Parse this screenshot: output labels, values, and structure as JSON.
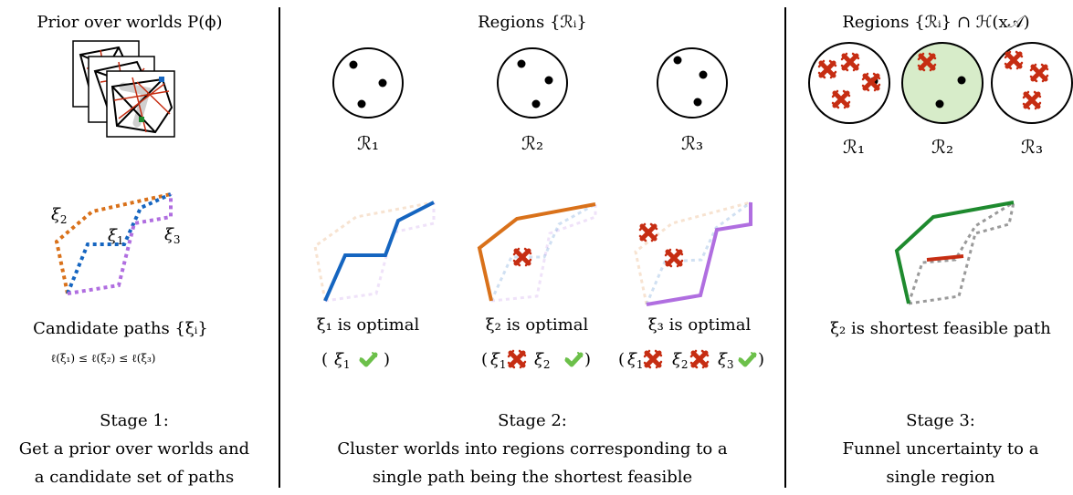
{
  "stage1": {
    "title": "Prior over worlds P(ϕ)",
    "paths": [
      {
        "symbol": "ξ",
        "sub": "2",
        "color": "#d9711a"
      },
      {
        "symbol": "ξ",
        "sub": "1",
        "color": "#1565c0"
      },
      {
        "symbol": "ξ",
        "sub": "3",
        "color": "#b06ee0"
      }
    ],
    "candidate_label": "Candidate paths {ξᵢ}",
    "ordering": "ℓ(ξ₁) ≤ ℓ(ξ₂) ≤ ℓ(ξ₃)",
    "caption": [
      "Stage 1:",
      "Get a prior over worlds and",
      "a candidate set of paths"
    ]
  },
  "stage2": {
    "title": "Regions {ℛᵢ}",
    "regions": [
      "ℛ₁",
      "ℛ₂",
      "ℛ₃"
    ],
    "optimal_labels": [
      "ξ₁ is optimal",
      "ξ₂ is optimal",
      "ξ₃ is optimal"
    ],
    "caption": [
      "Stage 2:",
      "Cluster worlds into regions corresponding to a",
      "single path being the shortest feasible"
    ]
  },
  "stage3": {
    "title": "Regions {ℛᵢ} ∩ ℋ(x𝒜)",
    "regions": [
      "ℛ₁",
      "ℛ₂",
      "ℛ₃"
    ],
    "shortest_label": "ξ₂ is shortest feasible path",
    "caption": [
      "Stage 3:",
      "Funnel uncertainty to a",
      "single region"
    ]
  },
  "colors": {
    "orange": "#d9711a",
    "blue": "#1565c0",
    "purple": "#b06ee0",
    "red": "#c62d12",
    "green_path": "#1e8a2e",
    "check_green": "#6cc04a",
    "region_fill": "#d7ecc9",
    "gray": "#9a9a9a"
  }
}
